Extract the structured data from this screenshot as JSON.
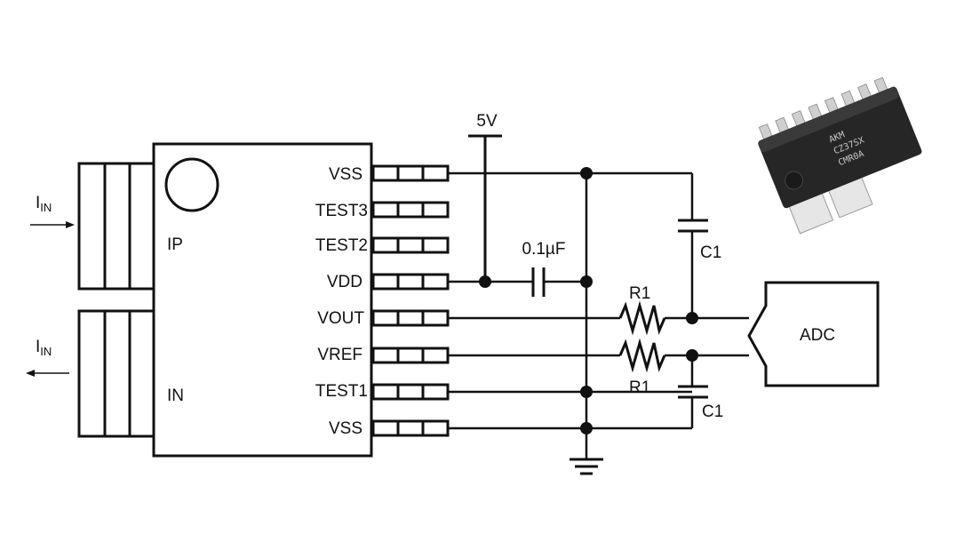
{
  "pins": {
    "vss_top": "VSS",
    "test3": "TEST3",
    "test2": "TEST2",
    "vdd": "VDD",
    "vout": "VOUT",
    "vref": "VREF",
    "test1": "TEST1",
    "vss_bottom": "VSS"
  },
  "primary": {
    "ip": "IP",
    "in": "IN",
    "current_main": "I",
    "current_sub": "IN"
  },
  "components": {
    "supply": "5V",
    "cap_decoupling": "0.1µF",
    "c1_top": "C1",
    "c1_bottom": "C1",
    "r1_top": "R1",
    "r1_bottom": "R1",
    "adc": "ADC"
  },
  "chip_photo": {
    "line1": "AKM",
    "line2": "CZ37SX",
    "line3": "CMR0A"
  }
}
